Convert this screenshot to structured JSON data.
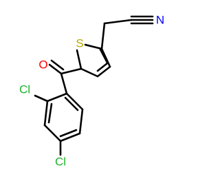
{
  "atoms": {
    "S": {
      "symbol": "S",
      "color": "#b8a800"
    },
    "O": {
      "symbol": "O",
      "color": "#ff0000"
    },
    "N": {
      "symbol": "N",
      "color": "#0000ff"
    },
    "Cl1": {
      "symbol": "Cl",
      "color": "#1db32b"
    },
    "Cl2": {
      "symbol": "Cl",
      "color": "#1db32b"
    }
  }
}
